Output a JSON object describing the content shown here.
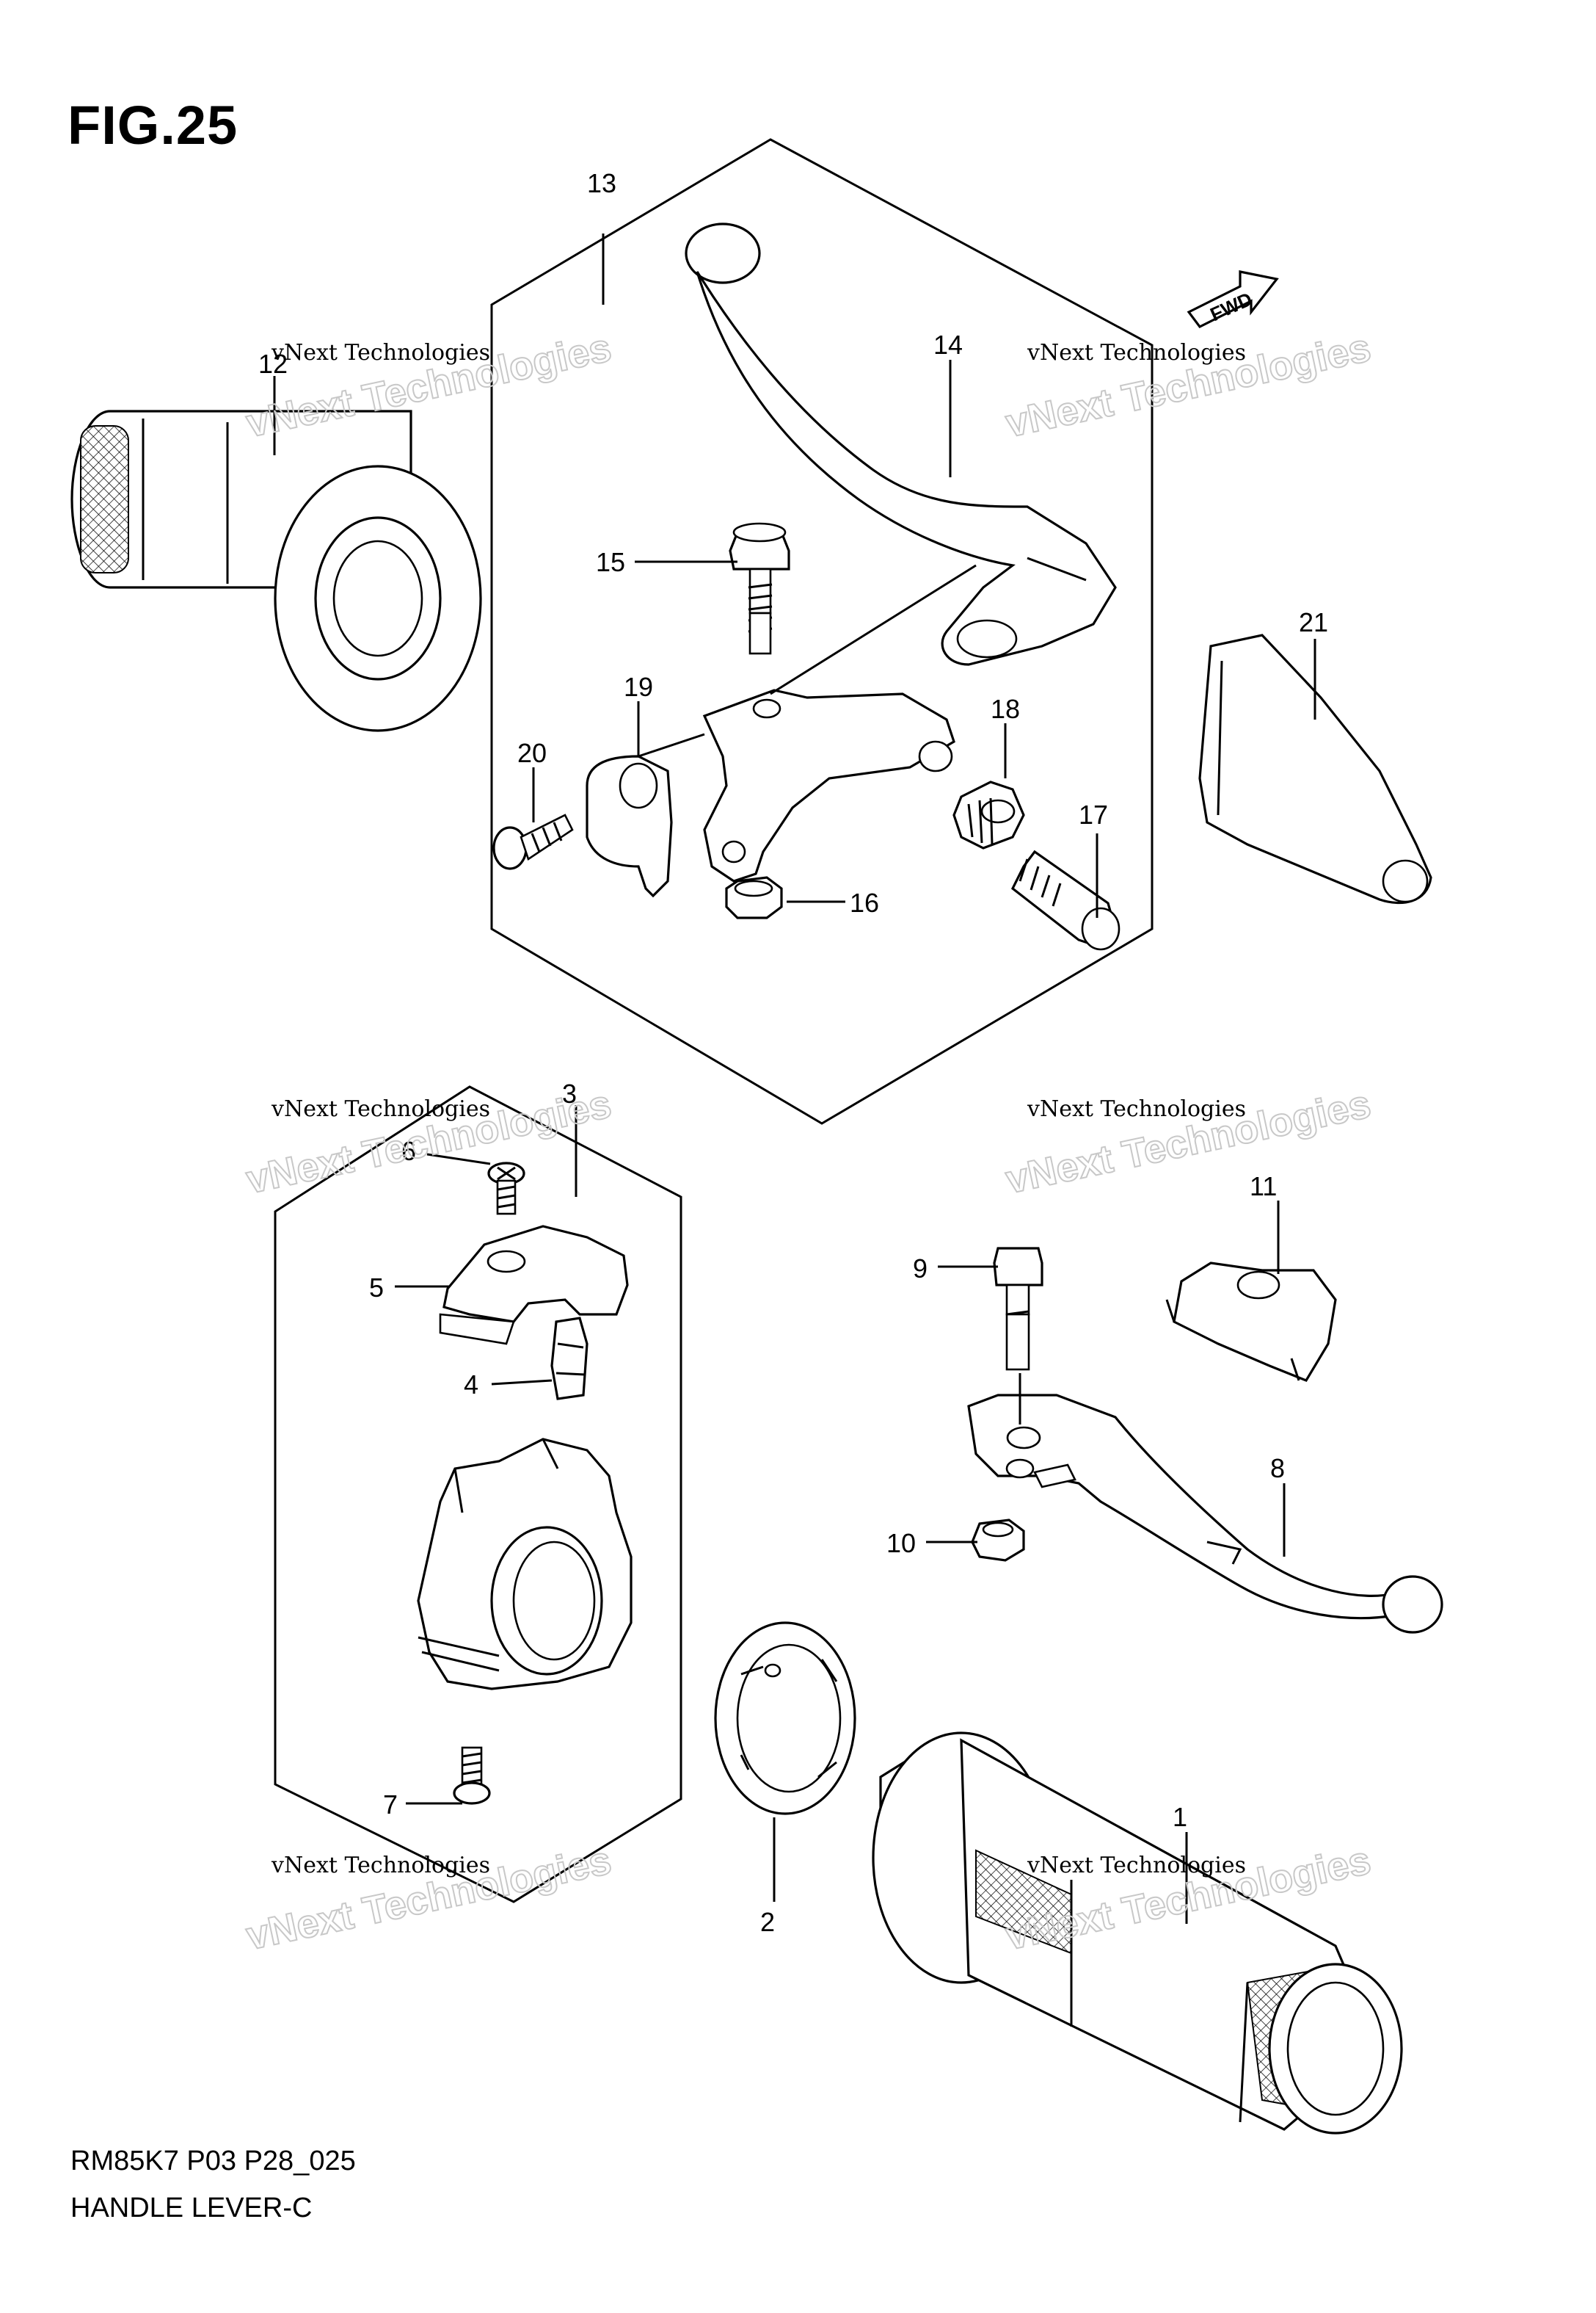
{
  "figure": {
    "title": "FIG.25",
    "model_code": "RM85K7 P03 P28_025",
    "caption": "HANDLE LEVER-C",
    "fwd_label": "FWD"
  },
  "watermark": {
    "line1": "vNext Technologies",
    "line2": "vNext Technologies"
  },
  "callouts": [
    "1",
    "2",
    "3",
    "4",
    "5",
    "6",
    "7",
    "8",
    "9",
    "10",
    "11",
    "12",
    "13",
    "14",
    "15",
    "16",
    "17",
    "18",
    "19",
    "20",
    "21"
  ]
}
